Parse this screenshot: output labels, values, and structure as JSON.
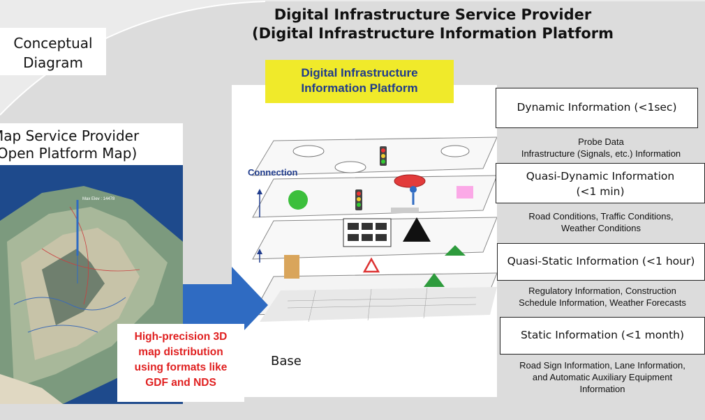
{
  "header": {
    "title_line1": "Digital Infrastructure Service Provider",
    "title_line2": "(Digital Infrastructure Information Platform"
  },
  "concept_label": {
    "line1": "Conceptual",
    "line2": "Diagram"
  },
  "map_provider": {
    "line1": "Map Service Provider",
    "line2": "(Open Platform Map)",
    "max_elev": "Max Elev : 14478"
  },
  "platform": {
    "line1": "Digital Infrastructure",
    "line2": "Information Platform"
  },
  "connection_label": "Connection",
  "base_label": "Base",
  "distribution": {
    "line1": "High-precision 3D",
    "line2": "map distribution",
    "line3": "using formats like",
    "line4": "GDF and NDS"
  },
  "layers": [
    {
      "label": "Dynamic Information (<1sec)",
      "desc_line1": "Probe Data",
      "desc_line2": "Infrastructure (Signals, etc.) Information"
    },
    {
      "label_line1": "Quasi-Dynamic Information",
      "label_line2": "(<1 min)",
      "desc_line1": "Road Conditions, Traffic Conditions,",
      "desc_line2": "Weather Conditions"
    },
    {
      "label": "Quasi-Static Information (<1 hour)",
      "desc_line1": "Regulatory Information, Construction",
      "desc_line2": "Schedule Information, Weather Forecasts"
    },
    {
      "label": "Static Information (<1 month)",
      "desc_line1": "Road Sign Information, Lane Information,",
      "desc_line2": "and Automatic Auxiliary Equipment",
      "desc_line3": "Information"
    }
  ],
  "colors": {
    "accent_blue": "#2f6bc2",
    "highlight_yellow": "#f0ea2a",
    "alert_red": "#e02020",
    "platform_text": "#1f3b8c"
  }
}
